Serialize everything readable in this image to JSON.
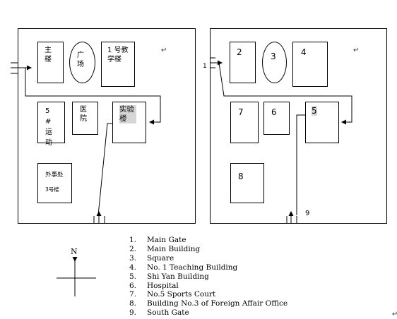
{
  "left_map": {
    "main_building": "主楼",
    "square": "广场",
    "teaching_building": "1 号教学楼",
    "sports_court": "5#运动",
    "hospital": "医院",
    "shiyan_building": "实验楼",
    "foreign_affairs": "外事处",
    "foreign_affairs_sub": "3号楼"
  },
  "right_map": {
    "gate_label": "1",
    "box2": "2",
    "box3": "3",
    "box4": "4",
    "box5": "5",
    "box6": "6",
    "box7": "7",
    "box8": "8",
    "south_gate_label": "9"
  },
  "compass": {
    "label": "N"
  },
  "legend": [
    {
      "num": "1.",
      "text": "Main Gate"
    },
    {
      "num": "2.",
      "text": "Main Building"
    },
    {
      "num": "3.",
      "text": "Square"
    },
    {
      "num": "4.",
      "text": "No. 1 Teaching Building"
    },
    {
      "num": "5.",
      "text": "Shi Yan Building"
    },
    {
      "num": "6.",
      "text": "Hospital"
    },
    {
      "num": "7.",
      "text": "No.5 Sports Court"
    },
    {
      "num": "8.",
      "text": "Building No.3 of Foreign Affair Office"
    },
    {
      "num": "9.",
      "text": "South Gate"
    }
  ]
}
